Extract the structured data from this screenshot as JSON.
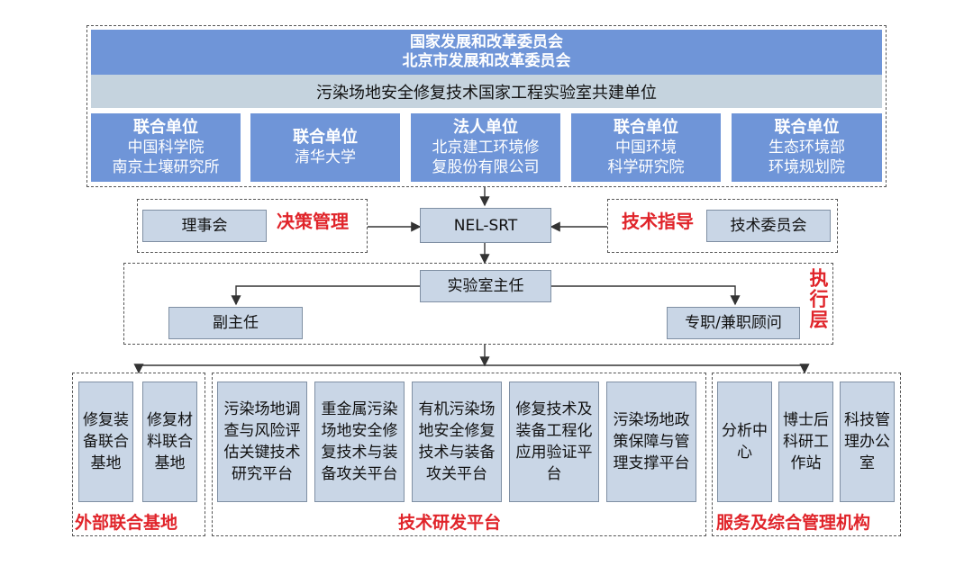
{
  "top": {
    "org_line1": "国家发展和改革委员会",
    "org_line2": "北京市发展和改革委员会",
    "subtitle": "污染场地安全修复技术国家工程实验室共建单位"
  },
  "units": [
    {
      "title": "联合单位",
      "line1": "中国科学院",
      "line2": "南京土壤研究所"
    },
    {
      "title": "联合单位",
      "line1": "清华大学",
      "line2": ""
    },
    {
      "title": "法人单位",
      "line1": "北京建工环境修",
      "line2": "复股份有限公司"
    },
    {
      "title": "联合单位",
      "line1": "中国环境",
      "line2": "科学研究院"
    },
    {
      "title": "联合单位",
      "line1": "生态环境部",
      "line2": "环境规划院"
    }
  ],
  "decision": {
    "council": "理事会",
    "label": "决策管理"
  },
  "nel": "NEL-SRT",
  "tech_guide": {
    "committee": "技术委员会",
    "label": "技术指导"
  },
  "exec": {
    "director": "实验室主任",
    "deputy": "副主任",
    "advisor": "专职/兼职顾问",
    "label": "执行层"
  },
  "bases": {
    "items": [
      "修复装备联合基地",
      "修复材料联合基地"
    ],
    "label": "外部联合基地"
  },
  "platforms": {
    "items": [
      "污染场地调查与风险评估关键技术研究平台",
      "重金属污染场地安全修复技术与装备攻关平台",
      "有机污染场地安全修复技术与装备攻关平台",
      "修复技术及装备工程化应用验证平台",
      "污染场地政策保障与管理支撑平台"
    ],
    "label": "技术研发平台"
  },
  "services": {
    "items": [
      "分析中心",
      "博士后科研工作站",
      "科技管理办公室"
    ],
    "label": "服务及综合管理机构"
  },
  "colors": {
    "blue": "#6f95d8",
    "gray_box": "#c9d6e6",
    "red": "#e0242a"
  }
}
